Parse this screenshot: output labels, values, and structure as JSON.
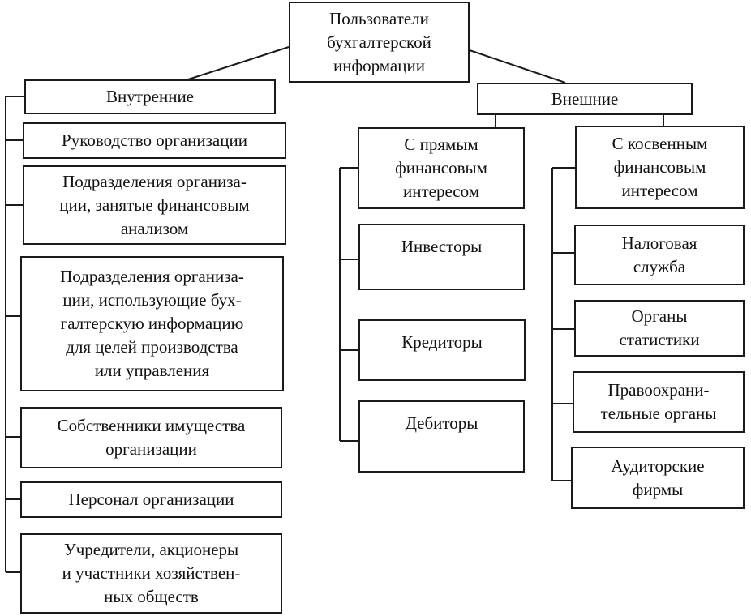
{
  "root": {
    "label": "Пользователи\nбухгалтерской\nинформации"
  },
  "internal": {
    "label": "Внутренние",
    "items": [
      {
        "label": "Руководство организации"
      },
      {
        "label": "Подразделения организа-\nции, занятые финансовым\nанализом"
      },
      {
        "label": "Подразделения организа-\nции, использующие бух-\nгалтерскую информацию\nдля целей  производства\nили управления"
      },
      {
        "label": "Собственники имущества\nорганизации"
      },
      {
        "label": "Персонал организации"
      },
      {
        "label": "Учредители, акционеры\nи участники хозяйствен-\nных обществ"
      }
    ]
  },
  "external": {
    "label": "Внешние",
    "direct": {
      "label": "С прямым\nфинансовым\nинтересом",
      "items": [
        {
          "label": "Инвесторы"
        },
        {
          "label": "Кредиторы"
        },
        {
          "label": "Дебиторы"
        }
      ]
    },
    "indirect": {
      "label": "С косвенным\nфинансовым\nинтересом",
      "items": [
        {
          "label": "Налоговая\nслужба"
        },
        {
          "label": "Органы\nстатистики"
        },
        {
          "label": "Правоохрани-\nтельные органы"
        },
        {
          "label": "Аудиторские\nфирмы"
        }
      ]
    }
  }
}
